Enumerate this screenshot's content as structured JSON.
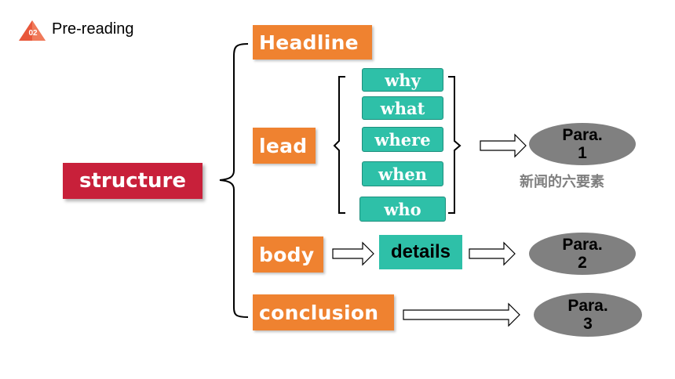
{
  "header": {
    "badge": "02",
    "title": "Pre-reading"
  },
  "structure": {
    "label": "structure"
  },
  "parts": {
    "headline": "Headline",
    "lead": "lead",
    "body": "body",
    "conclusion": "conclusion"
  },
  "lead_elements": [
    "why",
    "what",
    "where",
    "when",
    "who"
  ],
  "details": "details",
  "paras": {
    "p1": {
      "line1": "Para.",
      "line2": "1"
    },
    "p2": {
      "line1": "Para.",
      "line2": "2"
    },
    "p3": {
      "line1": "Para.",
      "line2": "3"
    }
  },
  "note": "新闻的六要素",
  "colors": {
    "accent_red": "#c8203a",
    "orange": "#ef8230",
    "teal": "#2ec0a8",
    "ellipse_gray": "#808080",
    "badge": "#e8573a"
  }
}
